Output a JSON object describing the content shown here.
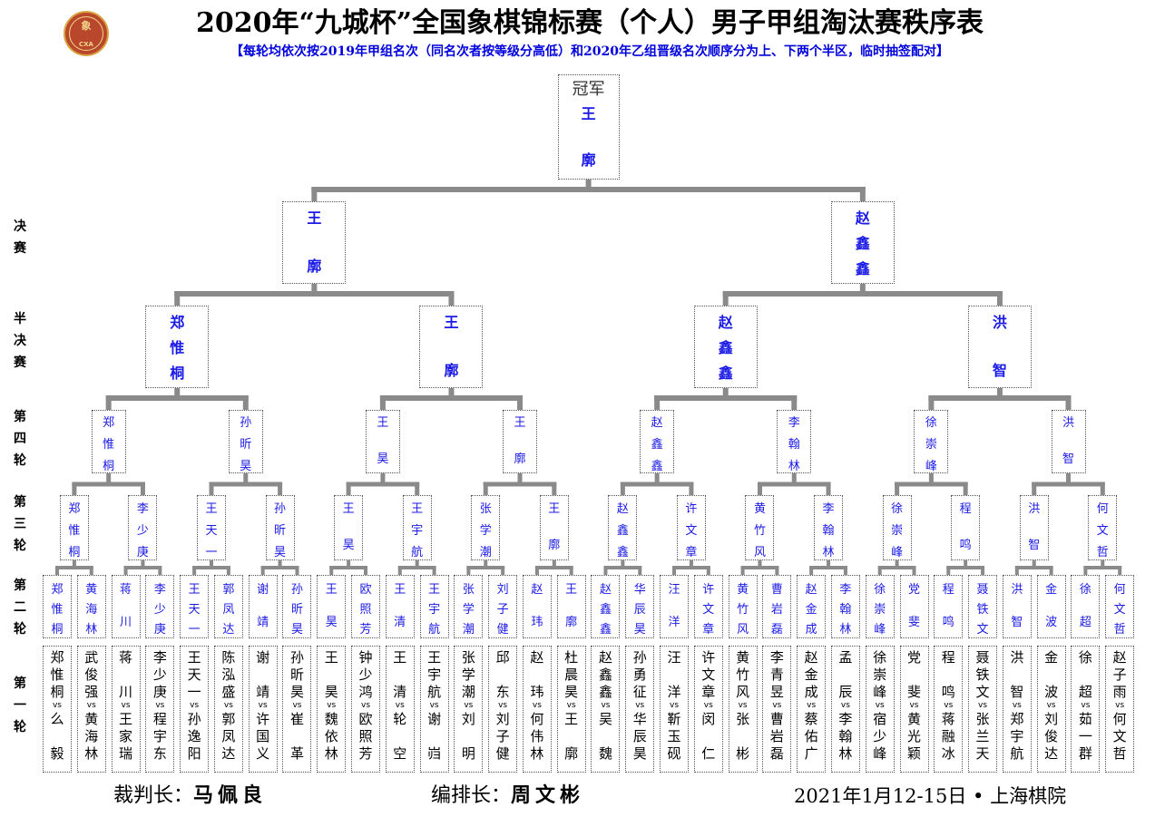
{
  "header": {
    "title": "2020年“九城杯”全国象棋锦标赛（个人）男子甲组淘汰赛秩序表",
    "subtitle": "【每轮均依次按2019年甲组名次（同名次者按等级分高低）和2020年乙组晋级名次顺序分为上、下两个半区，临时抽签配对】",
    "logo_glyph": "象",
    "logo_abbr": "CXA"
  },
  "colors": {
    "winner_text": "#1a1ae6",
    "line": "#8a8a8a",
    "subtitle": "#0000dd"
  },
  "round_labels": {
    "final": "决赛",
    "semifinal": "半决赛",
    "round4": "第四轮",
    "round3": "第三轮",
    "round2": "第二轮",
    "round1": "第一轮"
  },
  "champion": {
    "label": "冠军",
    "name": "王廓"
  },
  "final": [
    "王廓",
    "赵鑫鑫"
  ],
  "semifinal": [
    "郑惟桐",
    "王廓",
    "赵鑫鑫",
    "洪智"
  ],
  "round4": [
    "郑惟桐",
    "孙昕昊",
    "王昊",
    "王廓",
    "赵鑫鑫",
    "李翰林",
    "徐崇峰",
    "洪智"
  ],
  "round3": [
    "郑惟桐",
    "李少庚",
    "王天一",
    "孙昕昊",
    "王昊",
    "王宇航",
    "张学潮",
    "王廓",
    "赵鑫鑫",
    "许文章",
    "黄竹风",
    "李翰林",
    "徐崇峰",
    "程鸣",
    "洪智",
    "何文哲"
  ],
  "round2": [
    "郑惟桐",
    "黄海林",
    "蒋川",
    "李少庚",
    "王天一",
    "郭凤达",
    "谢靖",
    "孙昕昊",
    "王昊",
    "欧照芳",
    "王清",
    "王宇航",
    "张学潮",
    "刘子健",
    "赵玮",
    "王廓",
    "赵鑫鑫",
    "华辰昊",
    "汪洋",
    "许文章",
    "黄竹风",
    "曹岩磊",
    "赵金成",
    "李翰林",
    "徐崇峰",
    "党斐",
    "程鸣",
    "聂铁文",
    "洪智",
    "金波",
    "徐超",
    "何文哲"
  ],
  "round1": [
    [
      "郑惟桐",
      "么毅"
    ],
    [
      "武俊强",
      "黄海林"
    ],
    [
      "蒋川",
      "王家瑞"
    ],
    [
      "李少庚",
      "程宇东"
    ],
    [
      "王天一",
      "孙逸阳"
    ],
    [
      "陈泓盛",
      "郭凤达"
    ],
    [
      "谢靖",
      "许国义"
    ],
    [
      "孙昕昊",
      "崔革"
    ],
    [
      "王昊",
      "魏依林"
    ],
    [
      "钟少鸿",
      "欧照芳"
    ],
    [
      "王清",
      "轮空"
    ],
    [
      "王宇航",
      "谢岿"
    ],
    [
      "张学潮",
      "刘明"
    ],
    [
      "邱东",
      "刘子健"
    ],
    [
      "赵玮",
      "何伟林"
    ],
    [
      "杜晨昊",
      "王廓"
    ],
    [
      "赵鑫鑫",
      "吴魏"
    ],
    [
      "孙勇征",
      "华辰昊"
    ],
    [
      "汪洋",
      "靳玉砚"
    ],
    [
      "许文章",
      "闵仁"
    ],
    [
      "黄竹风",
      "张彬"
    ],
    [
      "李青昱",
      "曹岩磊"
    ],
    [
      "赵金成",
      "蔡佑广"
    ],
    [
      "孟辰",
      "李翰林"
    ],
    [
      "徐崇峰",
      "宿少峰"
    ],
    [
      "党斐",
      "黄光颖"
    ],
    [
      "程鸣",
      "蒋融冰"
    ],
    [
      "聂铁文",
      "张兰天"
    ],
    [
      "洪智",
      "郑宇航"
    ],
    [
      "金波",
      "刘俊达"
    ],
    [
      "徐超",
      "茹一群"
    ],
    [
      "赵子雨",
      "何文哲"
    ]
  ],
  "vs_text": "vs",
  "footer": {
    "referee_label": "裁判长：",
    "referee_name": "马佩良",
    "scheduler_label": "编排长：",
    "scheduler_name": "周文彬",
    "date_venue": "2021年1月12-15日 • 上海棋院"
  }
}
